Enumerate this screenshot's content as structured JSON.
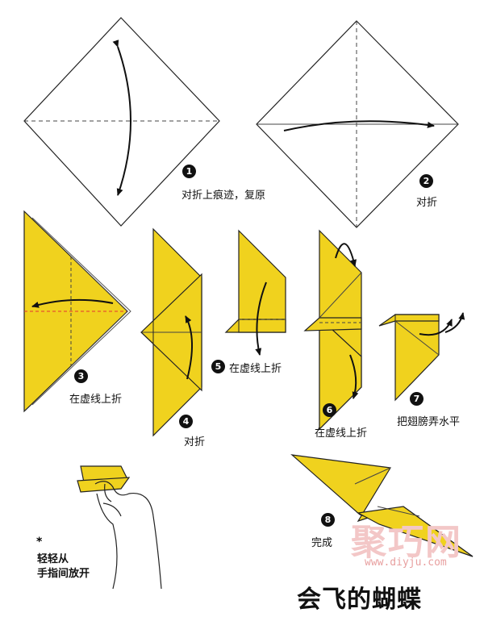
{
  "colors": {
    "paper": "#f0d21e",
    "line": "#222222",
    "dash": "#444444",
    "accent": "#e33333"
  },
  "steps": [
    {
      "num": "1",
      "text": "对折上痕迹，复原"
    },
    {
      "num": "2",
      "text": "对折"
    },
    {
      "num": "3",
      "text": "在虚线上折"
    },
    {
      "num": "4",
      "text": "对折"
    },
    {
      "num": "5",
      "text": "在虚线上折"
    },
    {
      "num": "6",
      "text": "在虚线上折"
    },
    {
      "num": "7",
      "text": "把翅膀弄水平"
    },
    {
      "num": "8",
      "text": "完成"
    }
  ],
  "tip": {
    "mark": "*",
    "line1": "轻轻从",
    "line2": "手指间放开"
  },
  "title": "会飞的蝴蝶",
  "watermark": {
    "brand": "聚巧网",
    "url": "www.diyju.com"
  }
}
